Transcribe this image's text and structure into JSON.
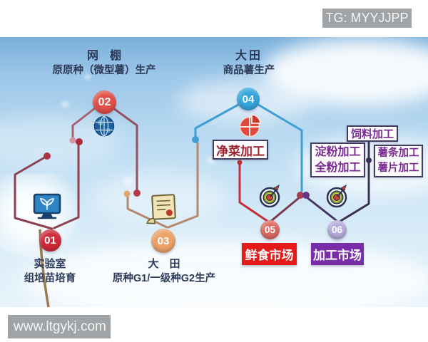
{
  "watermarks": {
    "top": "TG: MYYJJPP",
    "bottom": "www.ltgykj.com"
  },
  "stages": [
    {
      "number": "01",
      "line1": "实验室",
      "line2": "组培苗培育",
      "icon": "computer-plant-icon"
    },
    {
      "number": "02",
      "line1": "网　棚",
      "line2": "原原种（微型薯）生产",
      "icon": "globe-icon"
    },
    {
      "number": "03",
      "line1": "大　田",
      "line2": "原种G1/一级种G2生产",
      "icon": "certificate-icon"
    },
    {
      "number": "04",
      "line1": "大田",
      "line2": "商品薯生产",
      "icon": "pie-chart-icon"
    },
    {
      "number": "05",
      "market": "鲜食市场",
      "icon": "target-icon"
    },
    {
      "number": "06",
      "market": "加工市场",
      "icon": "target-icon"
    }
  ],
  "processing": {
    "fresh_cut": "净菜加工",
    "feed": "饲料加工",
    "starch": "淀粉加工",
    "whole_powder": "全粉加工",
    "fries": "薯条加工",
    "chips": "薯片加工"
  },
  "colors": {
    "stage01": "#d0293a",
    "stage02": "#e04f47",
    "stage03": "#eca169",
    "stage04": "#35a6da",
    "stage05": "#dc6a60",
    "stage06": "#b6abdc",
    "fresh_market_bg": "#e51a1a",
    "processing_market_bg": "#7a2da8",
    "fresh_label_text": "#a02330",
    "processing_label_text": "#7b2a92",
    "title_text": "#2c3a58"
  }
}
